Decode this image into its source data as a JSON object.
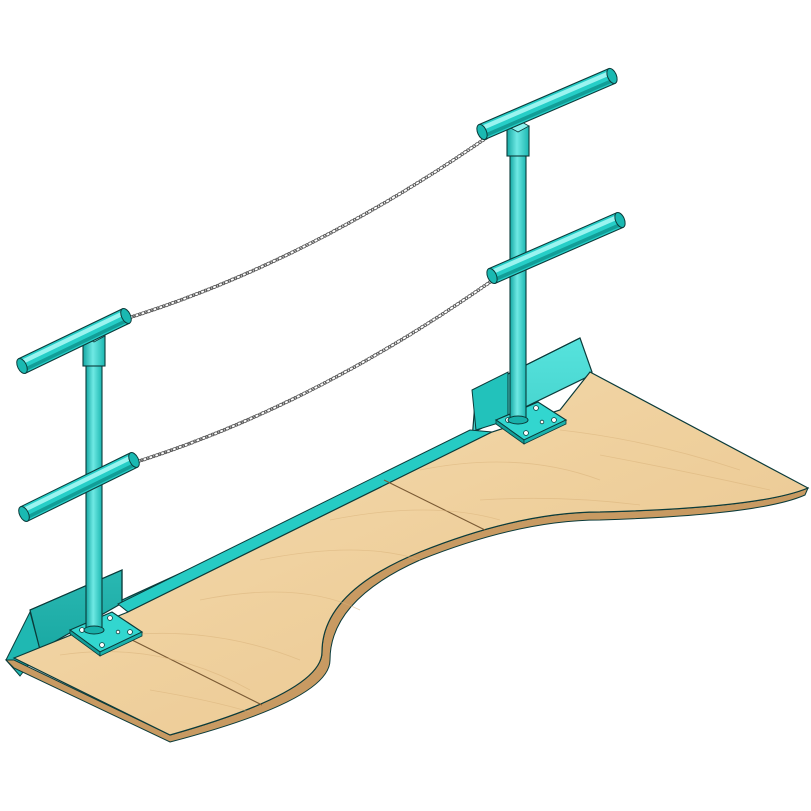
{
  "colors": {
    "background": "#ffffff",
    "rail": "#2fd6cf",
    "rail_shade": "#14a8a3",
    "rail_light": "#8ff2ee",
    "outline": "#0b3b3a",
    "wood": "#f1d5a6",
    "wood_dark": "#dcb27c",
    "wood_edge": "#b98a55",
    "chain": "#5a5a5a"
  },
  "components": {
    "platform": "plywood-deck",
    "railing": "guardrail",
    "chains": "safety-chain",
    "toe_board": "toe-board",
    "posts": "base-plate-post"
  }
}
